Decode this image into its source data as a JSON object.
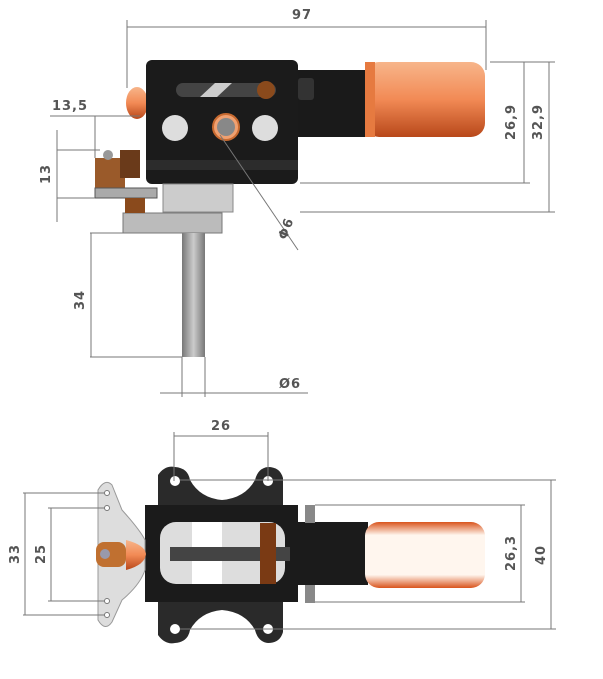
{
  "top_view": {
    "dimensions": {
      "overall_length": "97",
      "height_inner": "26,9",
      "height_outer": "32,9",
      "offset_left": "13,5",
      "bracket_height": "13",
      "shaft_length": "34",
      "shaft_diameter": "Ø6",
      "hole_diameter": "Φ6"
    }
  },
  "bottom_view": {
    "dimensions": {
      "ear_spacing": "26",
      "plate_outer": "33",
      "plate_inner": "25",
      "handle_height": "26,3",
      "overall_width": "40"
    }
  },
  "colors": {
    "body": "#1b1b1b",
    "copper": "#e07a45",
    "steel": "#b8b8b8"
  }
}
